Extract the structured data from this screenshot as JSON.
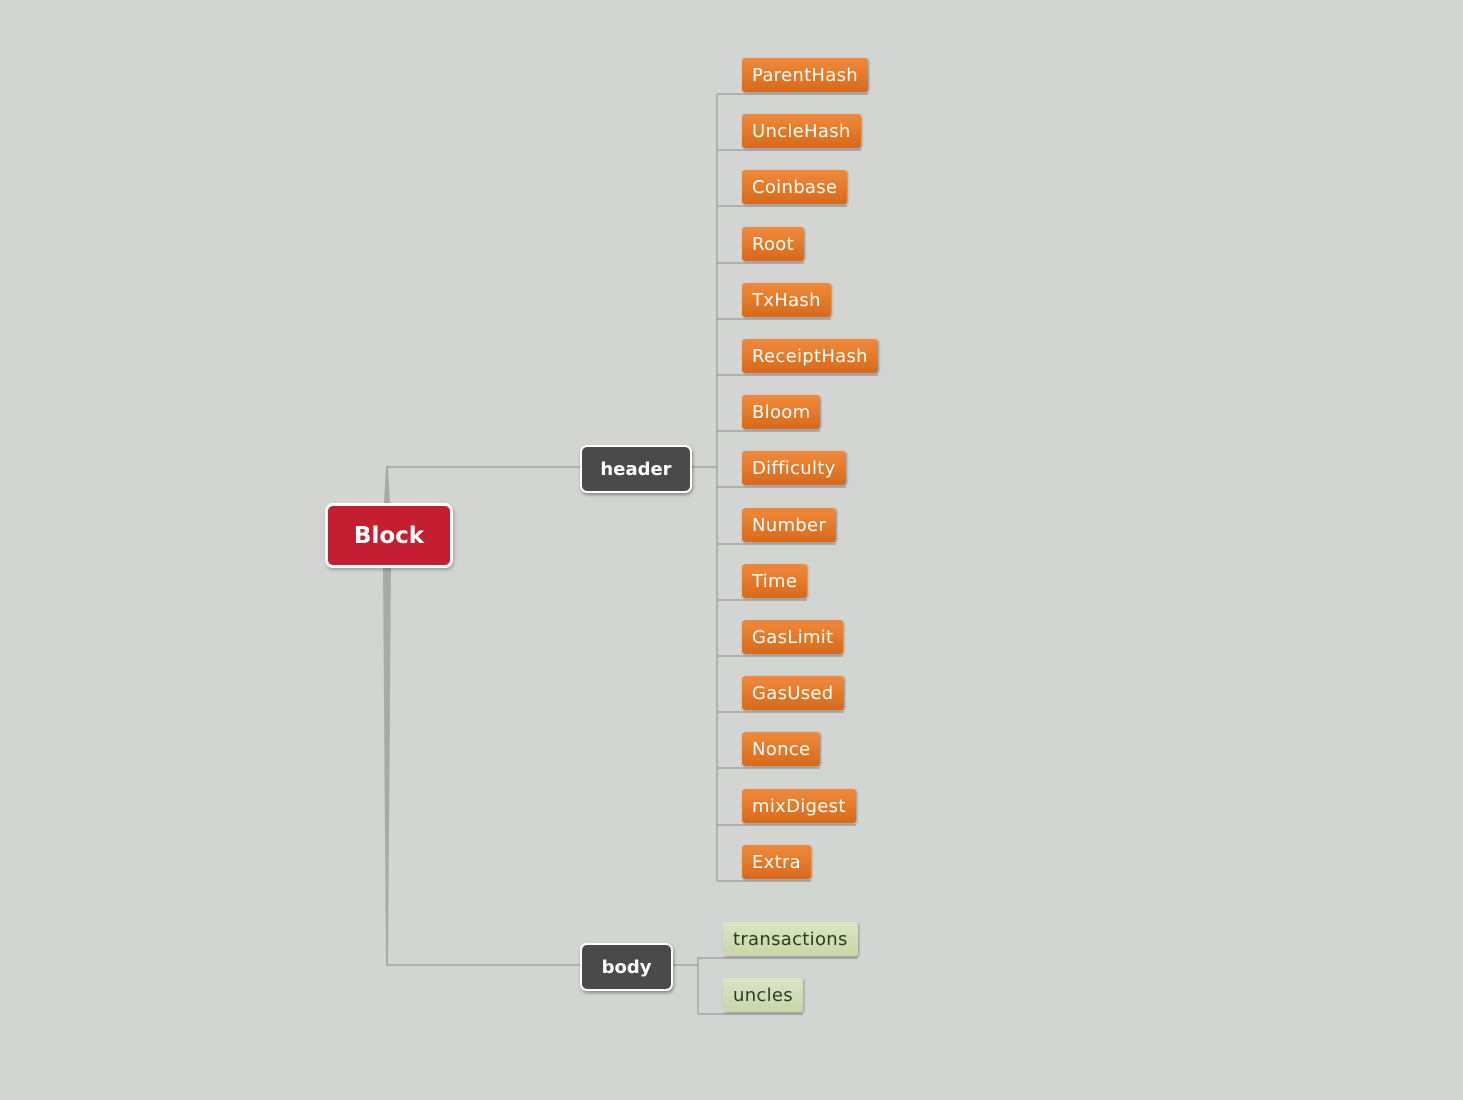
{
  "root": {
    "label": "Block"
  },
  "branches": [
    {
      "label": "header",
      "children": [
        "ParentHash",
        "UncleHash",
        "Coinbase",
        "Root",
        "TxHash",
        "ReceiptHash",
        "Bloom",
        "Difficulty",
        "Number",
        "Time",
        "GasLimit",
        "GasUsed",
        "Nonce",
        "mixDigest",
        "Extra"
      ]
    },
    {
      "label": "body",
      "children": [
        "transactions",
        "uncles"
      ]
    }
  ],
  "colors": {
    "background": "#d3d5d2",
    "root": "#c41e32",
    "branch": "#4a4a4a",
    "header_leaf": "#e57a2a",
    "body_leaf": "#d1ddb6",
    "connector": "#9a9a9a"
  }
}
